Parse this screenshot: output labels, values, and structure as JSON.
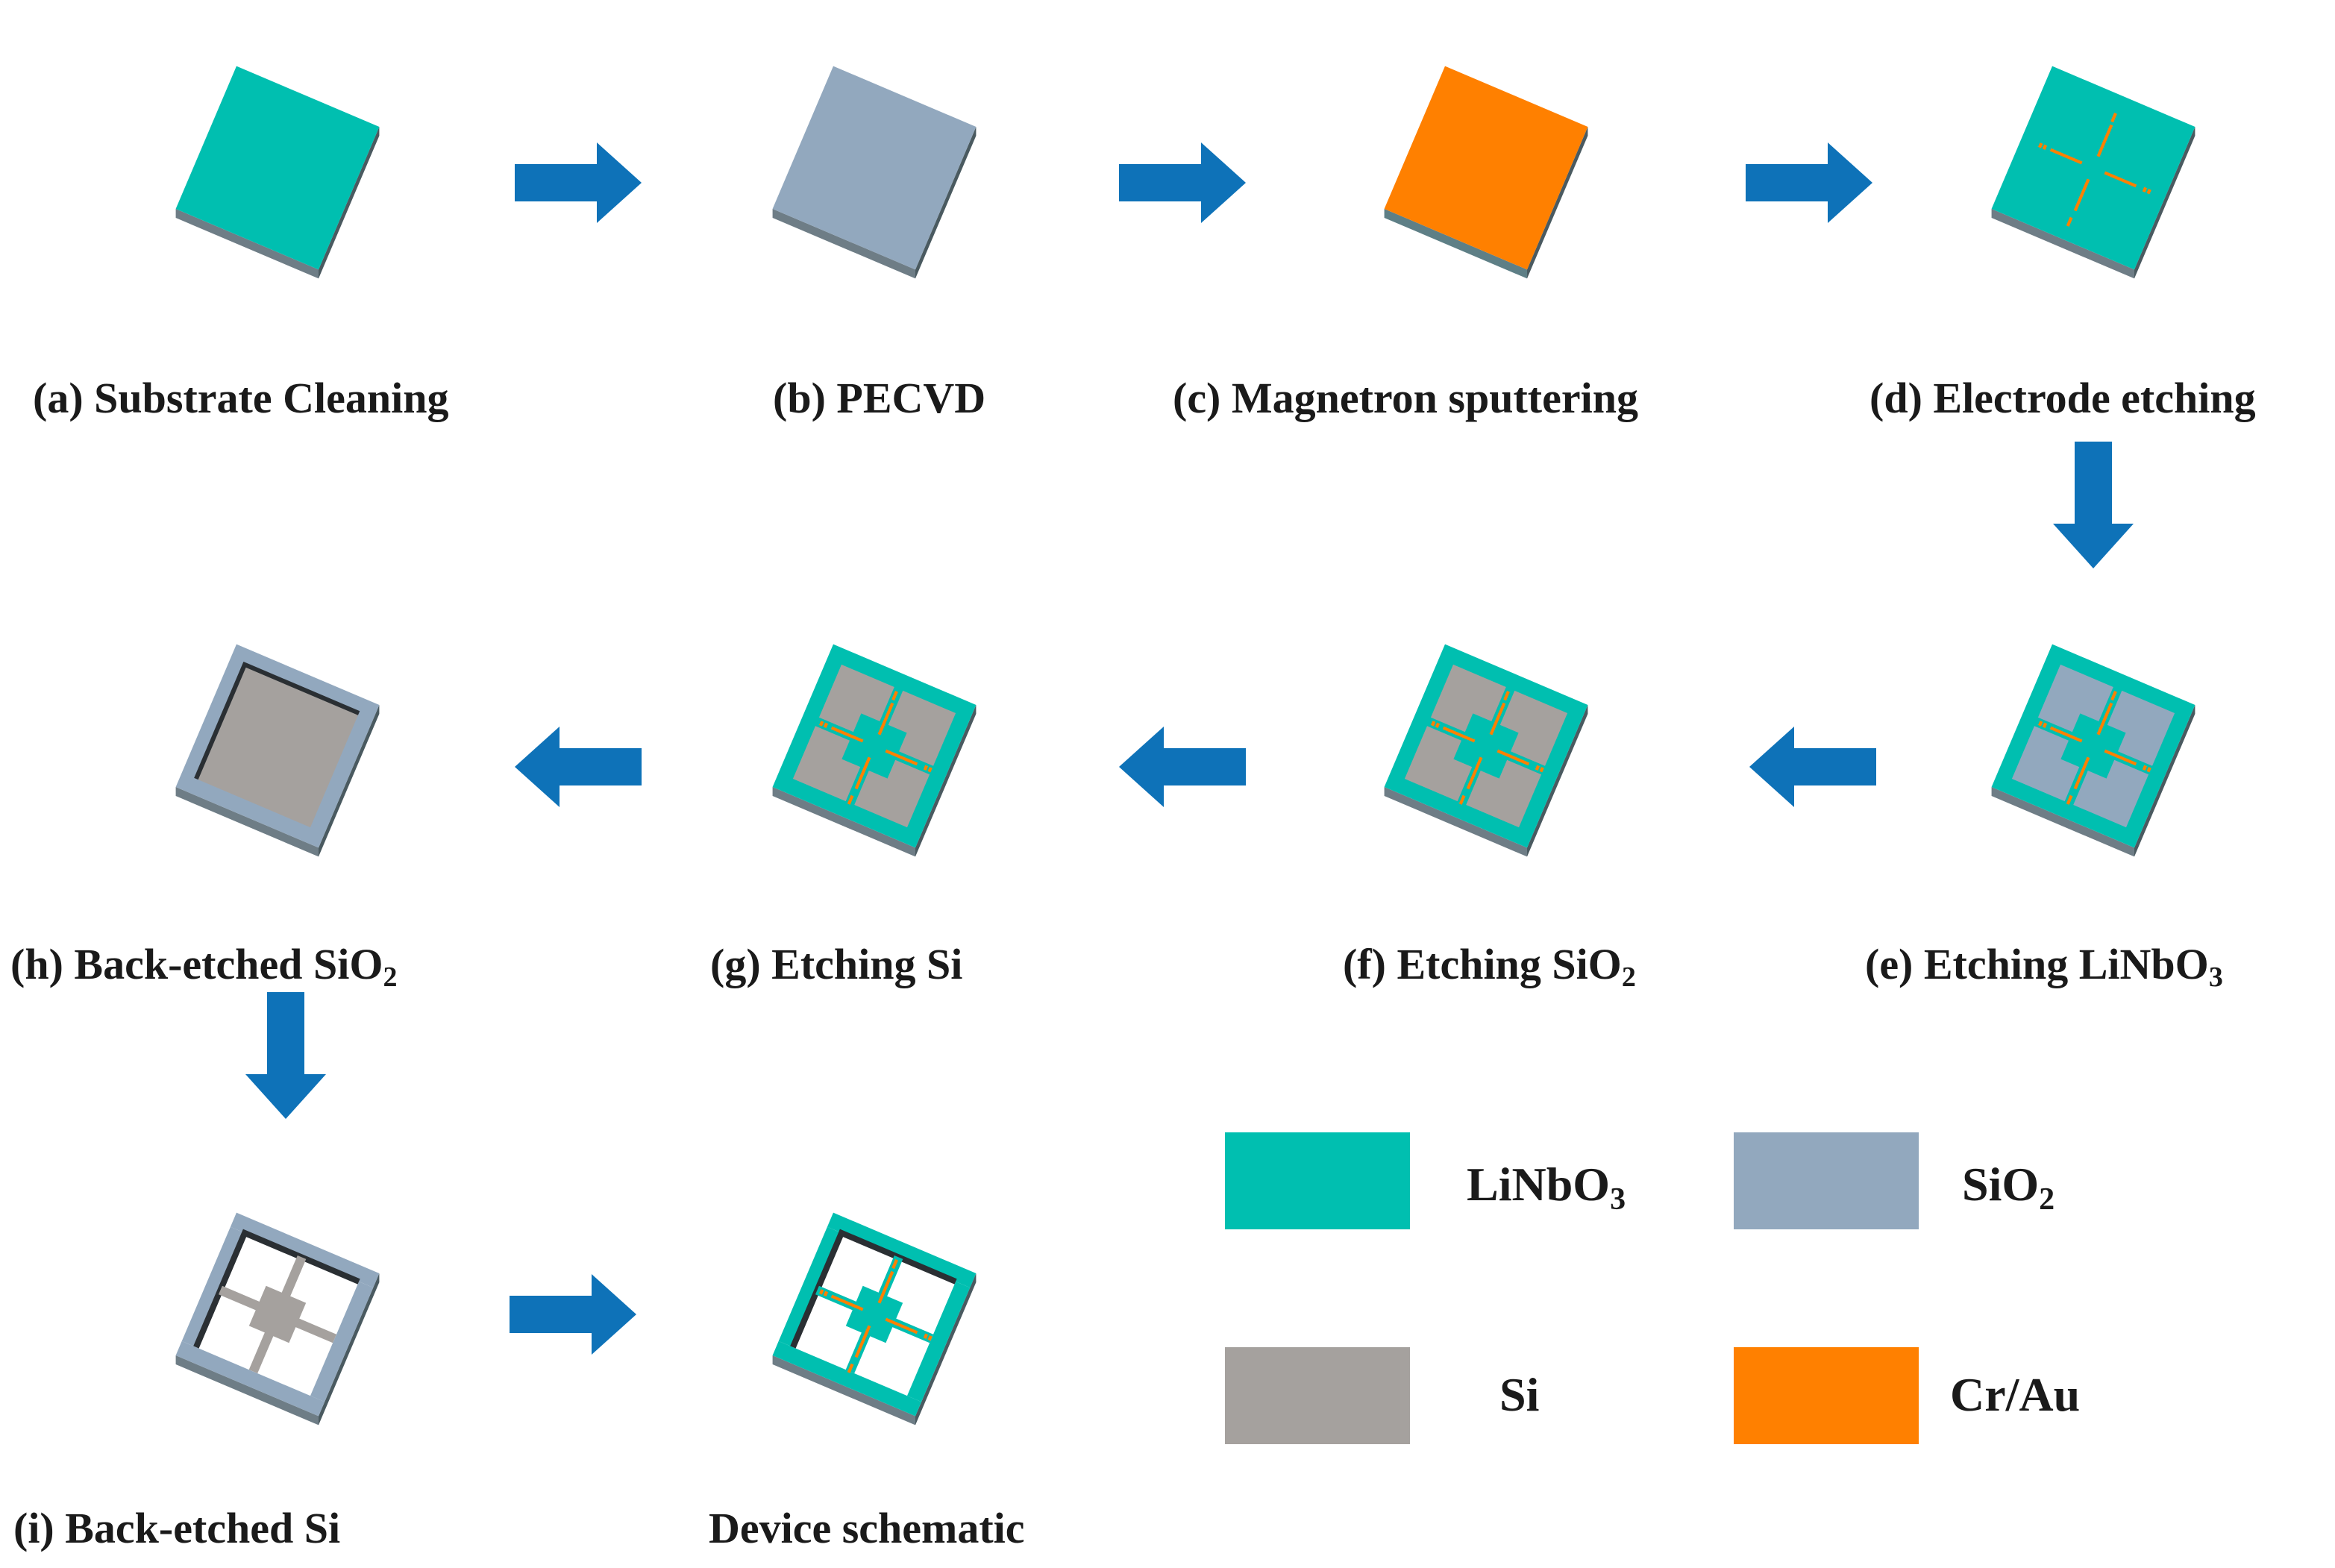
{
  "colors": {
    "linbo3": "#00BFB0",
    "sio2": "#92A8BE",
    "si": "#A5A19E",
    "crau": "#FF8000",
    "arrow": "#0E72B8",
    "edge_dark": "#4A5A60",
    "edge_side": "#2F8F86"
  },
  "steps": [
    {
      "id": "a",
      "prefix": "(a) Substrate Cleaning",
      "sub": ""
    },
    {
      "id": "b",
      "prefix": "(b) PECVD",
      "sub": ""
    },
    {
      "id": "c",
      "prefix": "(c) Magnetron sputtering",
      "sub": ""
    },
    {
      "id": "d",
      "prefix": "(d) Electrode etching",
      "sub": ""
    },
    {
      "id": "e",
      "prefix": "(e) Etching LiNbO",
      "sub": "3"
    },
    {
      "id": "f",
      "prefix": "(f) Etching SiO",
      "sub": "2"
    },
    {
      "id": "g",
      "prefix": "(g) Etching Si",
      "sub": ""
    },
    {
      "id": "h",
      "prefix": "(h) Back-etched SiO",
      "sub": "2"
    },
    {
      "id": "i",
      "prefix": "(i) Back-etched Si",
      "sub": ""
    },
    {
      "id": "j",
      "prefix": "Device schematic",
      "sub": ""
    }
  ],
  "legend": [
    {
      "material": "linbo3",
      "prefix": "LiNbO",
      "sub": "3"
    },
    {
      "material": "sio2",
      "prefix": "SiO",
      "sub": "2"
    },
    {
      "material": "si",
      "prefix": "Si",
      "sub": ""
    },
    {
      "material": "crau",
      "prefix": "Cr/Au",
      "sub": ""
    }
  ]
}
